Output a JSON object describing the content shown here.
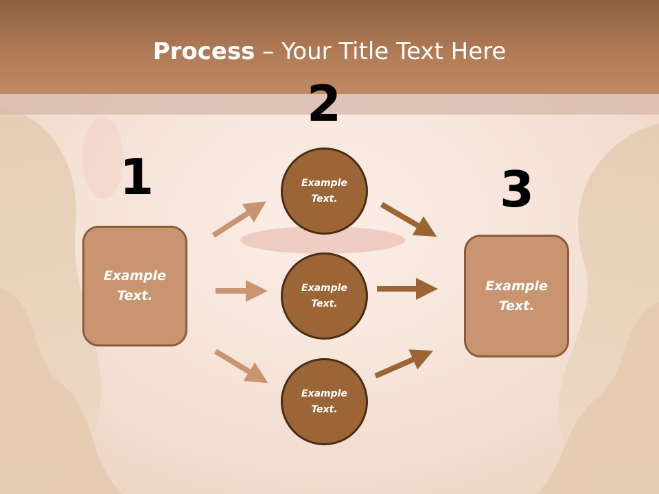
{
  "title": {
    "bold": "Process",
    "rest": " – Your Title Text Here"
  },
  "steps": {
    "one": "1",
    "two": "2",
    "three": "3"
  },
  "left_box": {
    "text": "Example Text."
  },
  "right_box": {
    "text": "Example Text."
  },
  "circles": [
    {
      "text": "Example Text."
    },
    {
      "text": "Example Text."
    },
    {
      "text": "Example Text."
    }
  ],
  "colors": {
    "header": "#b07a55",
    "box_fill": "#c99570",
    "circle_fill": "#9b6535",
    "arrow_light": "#c99570",
    "arrow_dark": "#9b6535"
  }
}
